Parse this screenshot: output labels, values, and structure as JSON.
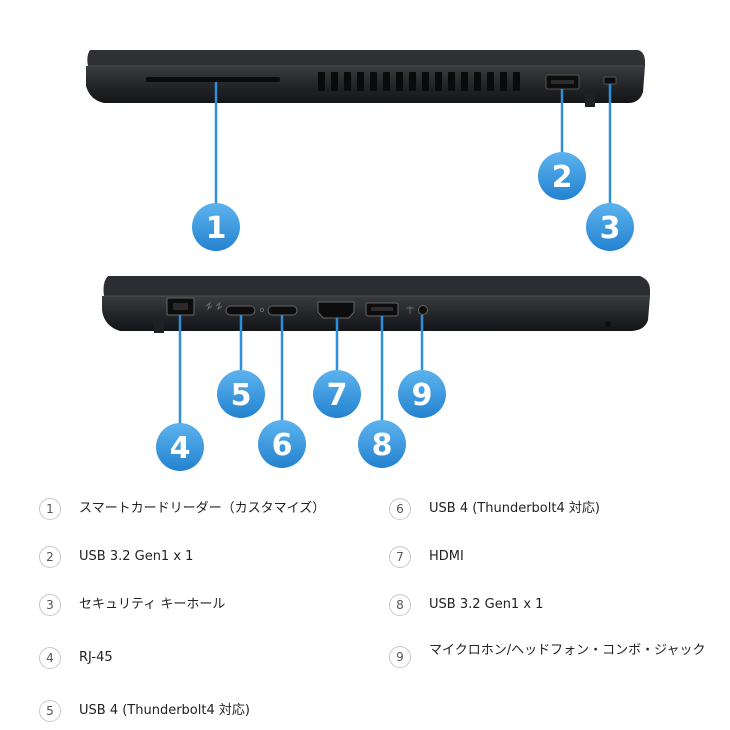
{
  "callouts": [
    "1",
    "2",
    "3",
    "4",
    "5",
    "6",
    "7",
    "8",
    "9"
  ],
  "legend": [
    {
      "num": "1",
      "label": "スマートカードリーダー（カスタマイズ）"
    },
    {
      "num": "2",
      "label": "USB 3.2 Gen1 x 1"
    },
    {
      "num": "3",
      "label": "セキュリティ キーホール"
    },
    {
      "num": "4",
      "label": "RJ-45"
    },
    {
      "num": "5",
      "label": "USB 4 (Thunderbolt4 対応)"
    },
    {
      "num": "6",
      "label": "USB 4 (Thunderbolt4 対応)"
    },
    {
      "num": "7",
      "label": "HDMI"
    },
    {
      "num": "8",
      "label": "USB 3.2 Gen1 x 1"
    },
    {
      "num": "9",
      "label": "マイクロホン/ヘッドフォン・コンボ・ジャック"
    }
  ],
  "colors": {
    "badge": "#2d8fd9",
    "badge_light": "#5cb3ee",
    "chassis": "#2a2b2e",
    "chassis_dark": "#18191b",
    "leader": "#2d8fd9"
  }
}
